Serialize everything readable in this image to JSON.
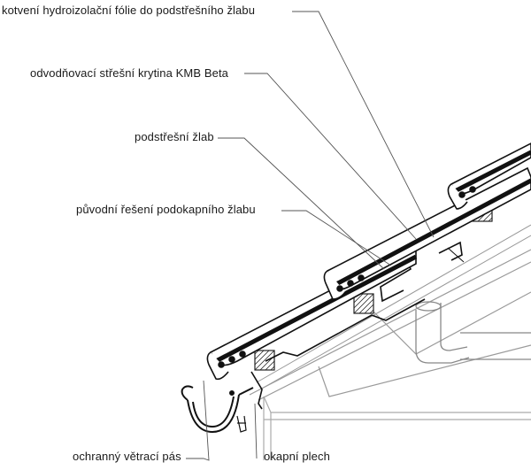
{
  "labels": {
    "anchoring": "kotvení hydroizolační fólie do podstřešního žlabu",
    "roofing": "odvodňovací střešní krytina KMB Beta",
    "under_gutter": "podstřešní žlab",
    "original_gutter": "původní řešení podokapního žlabu",
    "vent_strip": "ochranný větrací pás",
    "drip_sheet": "okapní plech"
  }
}
